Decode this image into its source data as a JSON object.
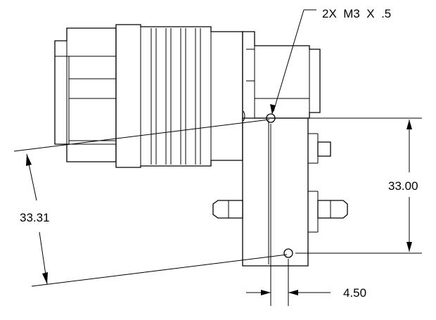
{
  "callouts": {
    "hole_note": "2X  M3  X  .5",
    "vertical_dim": "33.00",
    "angled_dim": "33.31",
    "offset_dim": "4.50"
  }
}
